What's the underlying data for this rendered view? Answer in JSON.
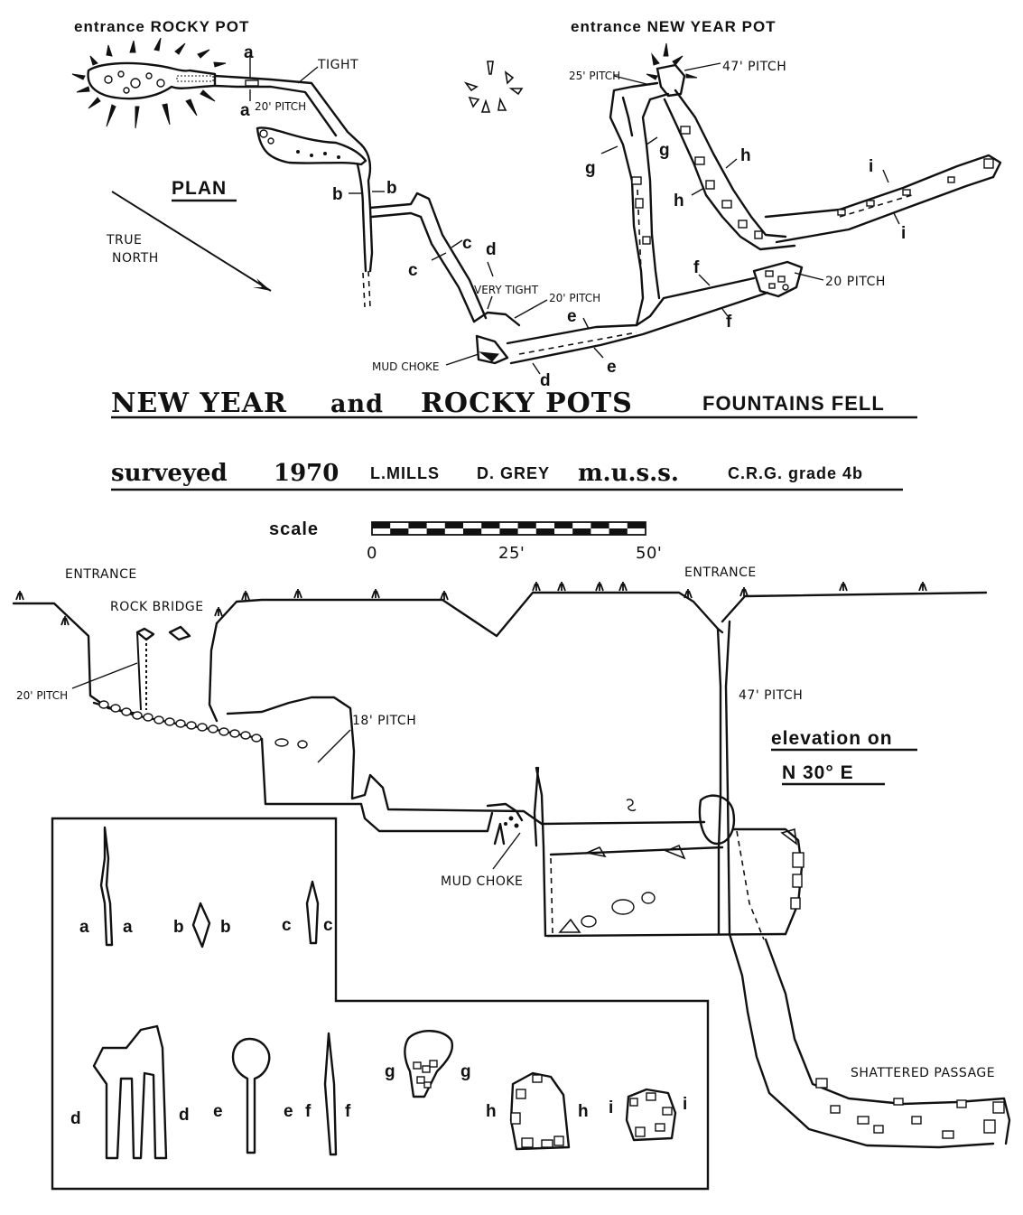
{
  "entrances": {
    "rocky_pot": "entrance ROCKY POT",
    "new_year_pot": "entrance NEW YEAR POT"
  },
  "plan": {
    "heading": "PLAN",
    "north_label_1": "TRUE",
    "north_label_2": "NORTH",
    "notes": {
      "tight": "TIGHT",
      "pitch_20_a": "20' PITCH",
      "pitch_25": "25' PITCH",
      "pitch_47": "47' PITCH",
      "very_tight": "VERY TIGHT",
      "pitch_20_b": "20' PITCH",
      "pitch_20_c": "20 PITCH",
      "mud_choke": "MUD CHOKE"
    },
    "section_letters": {
      "a": "a",
      "b": "b",
      "c": "c",
      "d": "d",
      "e": "e",
      "f": "f",
      "g": "g",
      "h": "h",
      "i": "i"
    }
  },
  "title": {
    "part1": "NEW YEAR",
    "part2": "and",
    "part3": "ROCKY POTS",
    "place": "FOUNTAINS FELL"
  },
  "subtitle": {
    "surveyed": "surveyed",
    "year": "1970",
    "surveyor1": "L.MILLS",
    "surveyor2": "D. GREY",
    "club": "m.u.s.s.",
    "grade": "C.R.G. grade 4b"
  },
  "scale": {
    "label": "scale",
    "tick0": "0",
    "tick1": "25'",
    "tick2": "50'",
    "max_feet": 50,
    "segments": 15
  },
  "elevation": {
    "heading_1": "elevation on",
    "heading_2": "N 30° E",
    "notes": {
      "entrance_left": "ENTRANCE",
      "rock_bridge": "ROCK BRIDGE",
      "pitch_20": "20' PITCH",
      "pitch_18": "18' PITCH",
      "entrance_right": "ENTRANCE",
      "pitch_47": "47' PITCH",
      "mud_choke": "MUD CHOKE",
      "shattered_passage": "SHATTERED PASSAGE"
    }
  },
  "cross_sections": {
    "labels": [
      "a",
      "b",
      "c",
      "d",
      "e",
      "f",
      "g",
      "h",
      "i"
    ]
  },
  "colors": {
    "ink": "#111111",
    "paper": "#ffffff"
  }
}
